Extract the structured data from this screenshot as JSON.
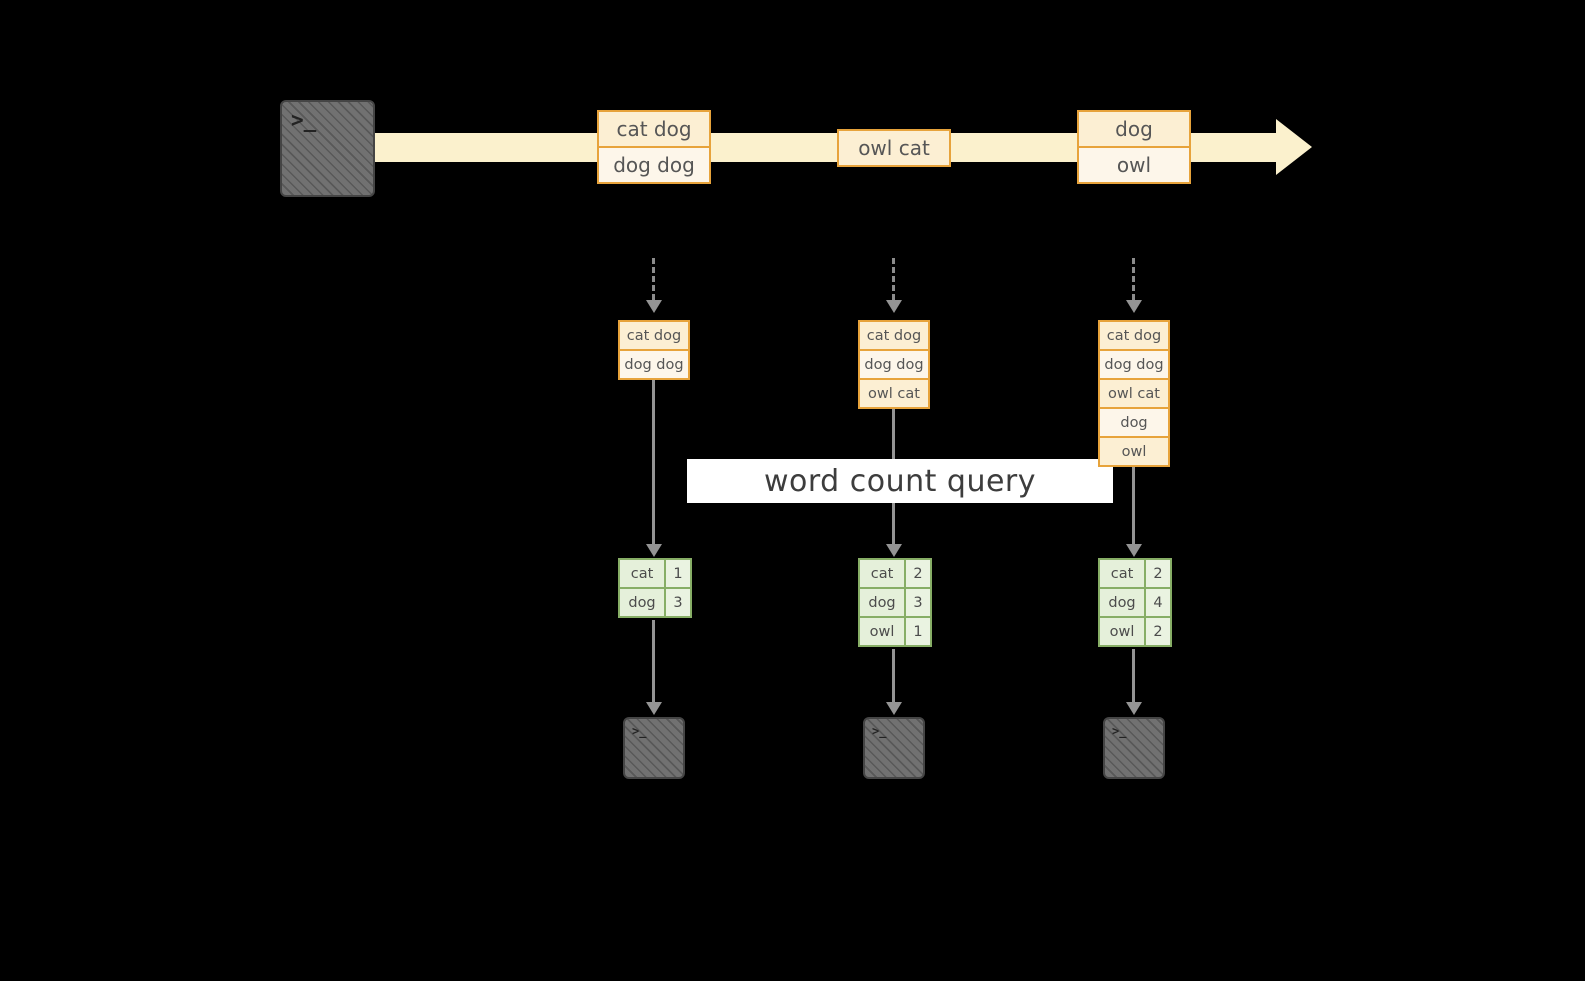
{
  "colors": {
    "background": "#000000",
    "timeline_fill": "#fbf1cd",
    "batch_box_border": "#e7a33b",
    "batch_box_fill": "#fcefd3",
    "table_border": "#87ae66",
    "table_fill": "#e5f0da",
    "arrow_gray": "#8c8c8c",
    "terminal_fill": "#717171",
    "banner_background": "#ffffff"
  },
  "source_terminal": {
    "glyph": ">_"
  },
  "timeline_batches": [
    {
      "lines": [
        "cat dog",
        "dog dog"
      ]
    },
    {
      "lines": [
        "owl cat"
      ]
    },
    {
      "lines": [
        "dog",
        "owl"
      ]
    }
  ],
  "query_label": "word count query",
  "columns": [
    {
      "input_lines": [
        "cat dog",
        "dog dog"
      ],
      "counts": [
        {
          "word": "cat",
          "count": "1"
        },
        {
          "word": "dog",
          "count": "3"
        }
      ]
    },
    {
      "input_lines": [
        "cat dog",
        "dog dog",
        "owl cat"
      ],
      "counts": [
        {
          "word": "cat",
          "count": "2"
        },
        {
          "word": "dog",
          "count": "3"
        },
        {
          "word": "owl",
          "count": "1"
        }
      ]
    },
    {
      "input_lines": [
        "cat dog",
        "dog dog",
        "owl cat",
        "dog",
        "owl"
      ],
      "counts": [
        {
          "word": "cat",
          "count": "2"
        },
        {
          "word": "dog",
          "count": "4"
        },
        {
          "word": "owl",
          "count": "2"
        }
      ]
    }
  ],
  "output_terminals": [
    {
      "glyph": ">_"
    },
    {
      "glyph": ">_"
    },
    {
      "glyph": ">_"
    }
  ]
}
